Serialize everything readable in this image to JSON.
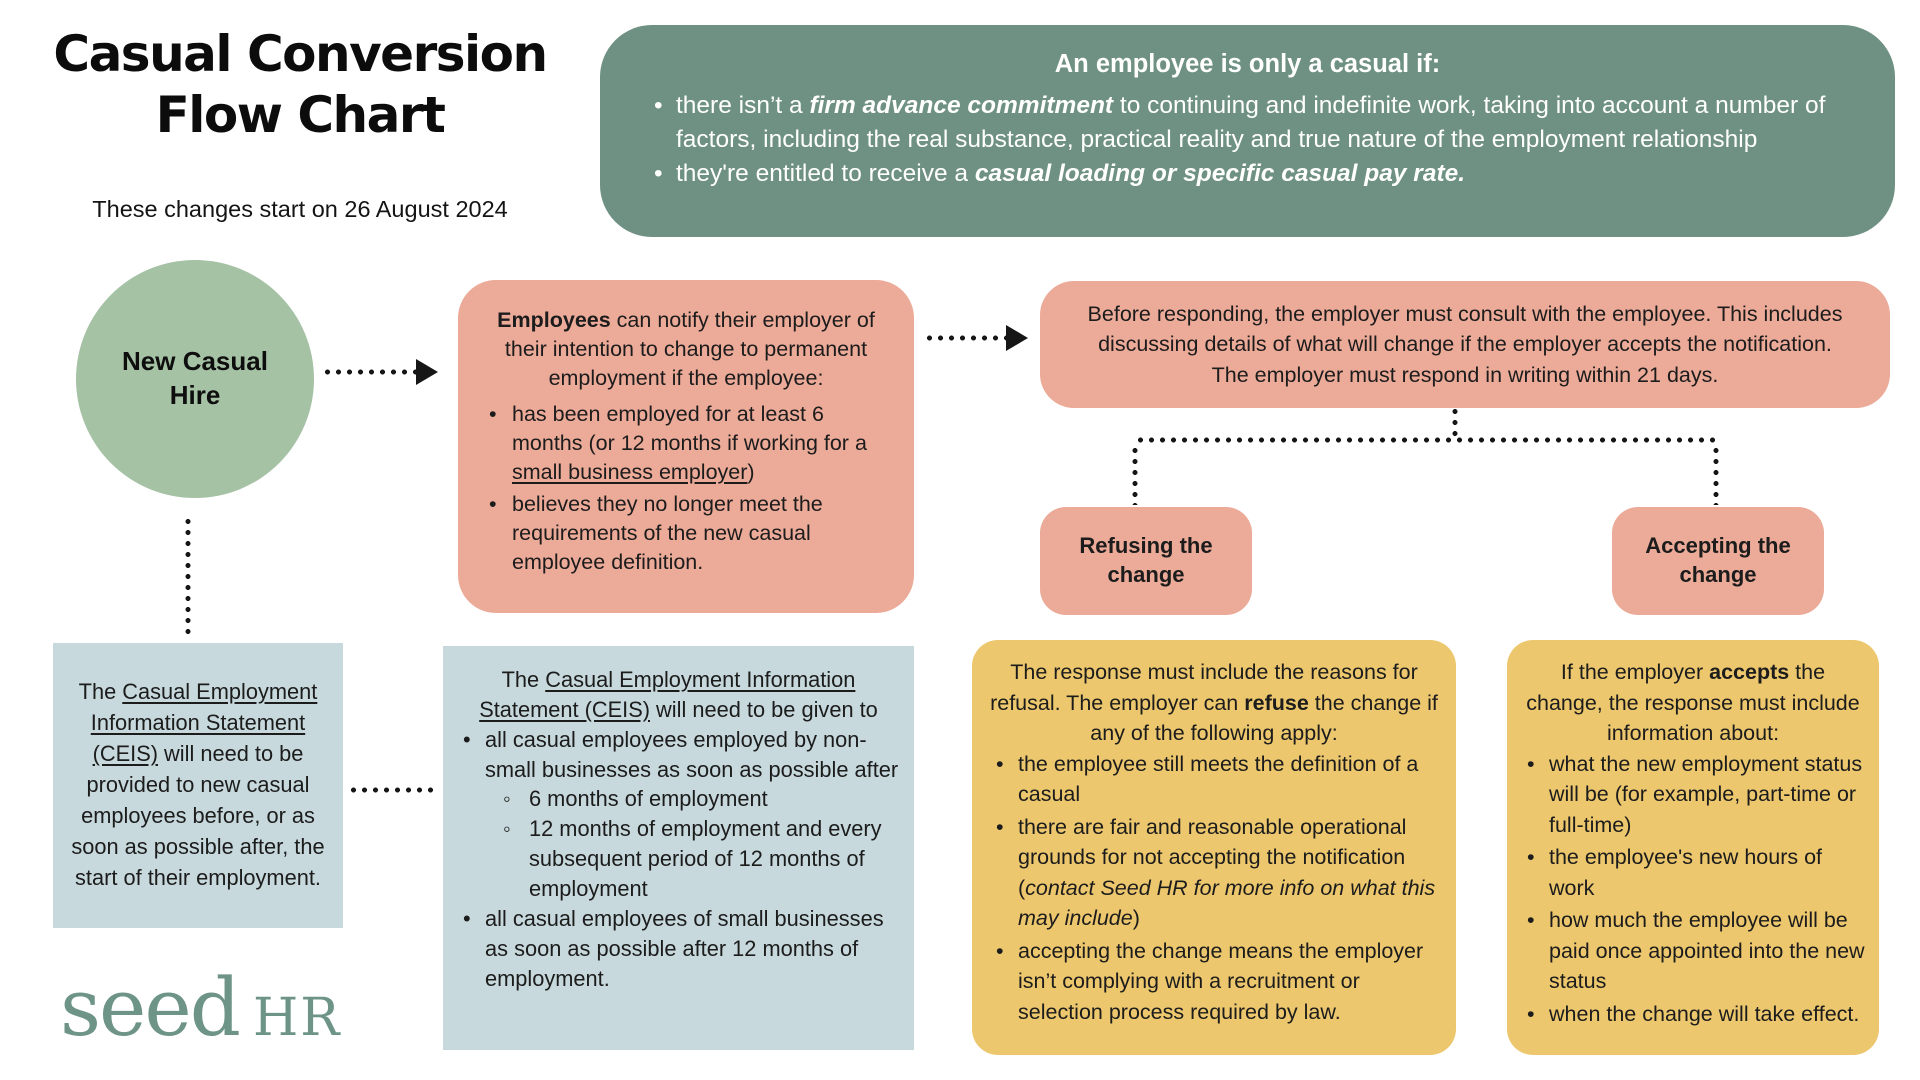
{
  "header": {
    "title_lines": [
      "Casual Conversion",
      "Flow Chart"
    ],
    "subtitle": "These changes start on 26 August 2024"
  },
  "definition_box": {
    "heading": "An employee is only a casual if:",
    "bullets": [
      [
        {
          "t": "there isn’t a "
        },
        {
          "t": "firm advance commitment",
          "b": true,
          "i": true
        },
        {
          "t": " to continuing and indefinite work, taking into account a number of factors, including the real substance, practical reality and true nature of the employment relationship"
        }
      ],
      [
        {
          "t": "they're entitled to receive a "
        },
        {
          "t": "casual loading or specific casual pay rate.",
          "b": true,
          "i": true
        }
      ]
    ]
  },
  "start_node": {
    "label": "New Casual Hire"
  },
  "notify_box": {
    "intro": [
      {
        "t": "Employees",
        "b": true
      },
      {
        "t": " can notify their employer of their intention to change to permanent employment if the employee:"
      }
    ],
    "bullets": [
      [
        {
          "t": "has been employed for at least 6 months (or 12 months if working for a "
        },
        {
          "t": "small business employer",
          "u": true
        },
        {
          "t": ")"
        }
      ],
      [
        {
          "t": "believes they no longer meet the requirements of the new casual employee definition."
        }
      ]
    ]
  },
  "consult_box": {
    "text": "Before responding, the employer must consult with the employee. This includes discussing details of what will change if the employer accepts the notification. The employer must respond in writing within 21 days."
  },
  "refuse_node": {
    "label": "Refusing the change"
  },
  "accept_node": {
    "label": "Accepting the change"
  },
  "refusal_box": {
    "intro": [
      {
        "t": "The response must include the reasons for refusal. The employer can "
      },
      {
        "t": "refuse",
        "b": true
      },
      {
        "t": " the change if any of the following apply:"
      }
    ],
    "bullets": [
      [
        {
          "t": "the employee still meets the definition of a casual"
        }
      ],
      [
        {
          "t": "there are fair and reasonable operational grounds for not accepting the notification ("
        },
        {
          "t": "contact Seed HR for more info on what this may include",
          "i": true
        },
        {
          "t": ")"
        }
      ],
      [
        {
          "t": "accepting the change means the employer isn’t complying with a recruitment or selection process required by law."
        }
      ]
    ]
  },
  "acceptance_box": {
    "intro": [
      {
        "t": "If the employer "
      },
      {
        "t": "accepts",
        "b": true
      },
      {
        "t": " the change, the response must include information about:"
      }
    ],
    "bullets": [
      [
        {
          "t": "what the new employment status will be (for example, part-time or full-time)"
        }
      ],
      [
        {
          "t": "the employee's new hours of work"
        }
      ],
      [
        {
          "t": "how much the employee will be paid once appointed into the new status"
        }
      ],
      [
        {
          "t": "when the change will take effect."
        }
      ]
    ]
  },
  "ceis_provide_box": {
    "text": [
      {
        "t": "The "
      },
      {
        "t": "Casual Employment Information Statement (CEIS)",
        "u": true
      },
      {
        "t": " will need to be provided to new casual employees before, or as soon as possible after, the start of their employment."
      }
    ]
  },
  "ceis_given_box": {
    "intro": [
      {
        "t": "The "
      },
      {
        "t": "Casual Employment Information Statement (CEIS)",
        "u": true
      },
      {
        "t": " will need to be given to"
      }
    ],
    "bullet1": [
      {
        "t": "all casual employees employed by non-small businesses as soon as possible after"
      }
    ],
    "bullet1_sub": [
      [
        {
          "t": "6 months of employment"
        }
      ],
      [
        {
          "t": "12 months of employment and every subsequent period of 12 months of employment"
        }
      ]
    ],
    "bullet2": [
      {
        "t": "all casual employees of small businesses as soon as possible after 12 months of employment."
      }
    ]
  },
  "logo": {
    "seed": "seed",
    "hr": "HR"
  },
  "colors": {
    "sage": "#6f9183",
    "sage-light": "#a5c2a5",
    "pink": "#ecaa98",
    "yellow": "#ecc76d",
    "blue": "#c7d9dd",
    "logo": "#6d9487"
  }
}
